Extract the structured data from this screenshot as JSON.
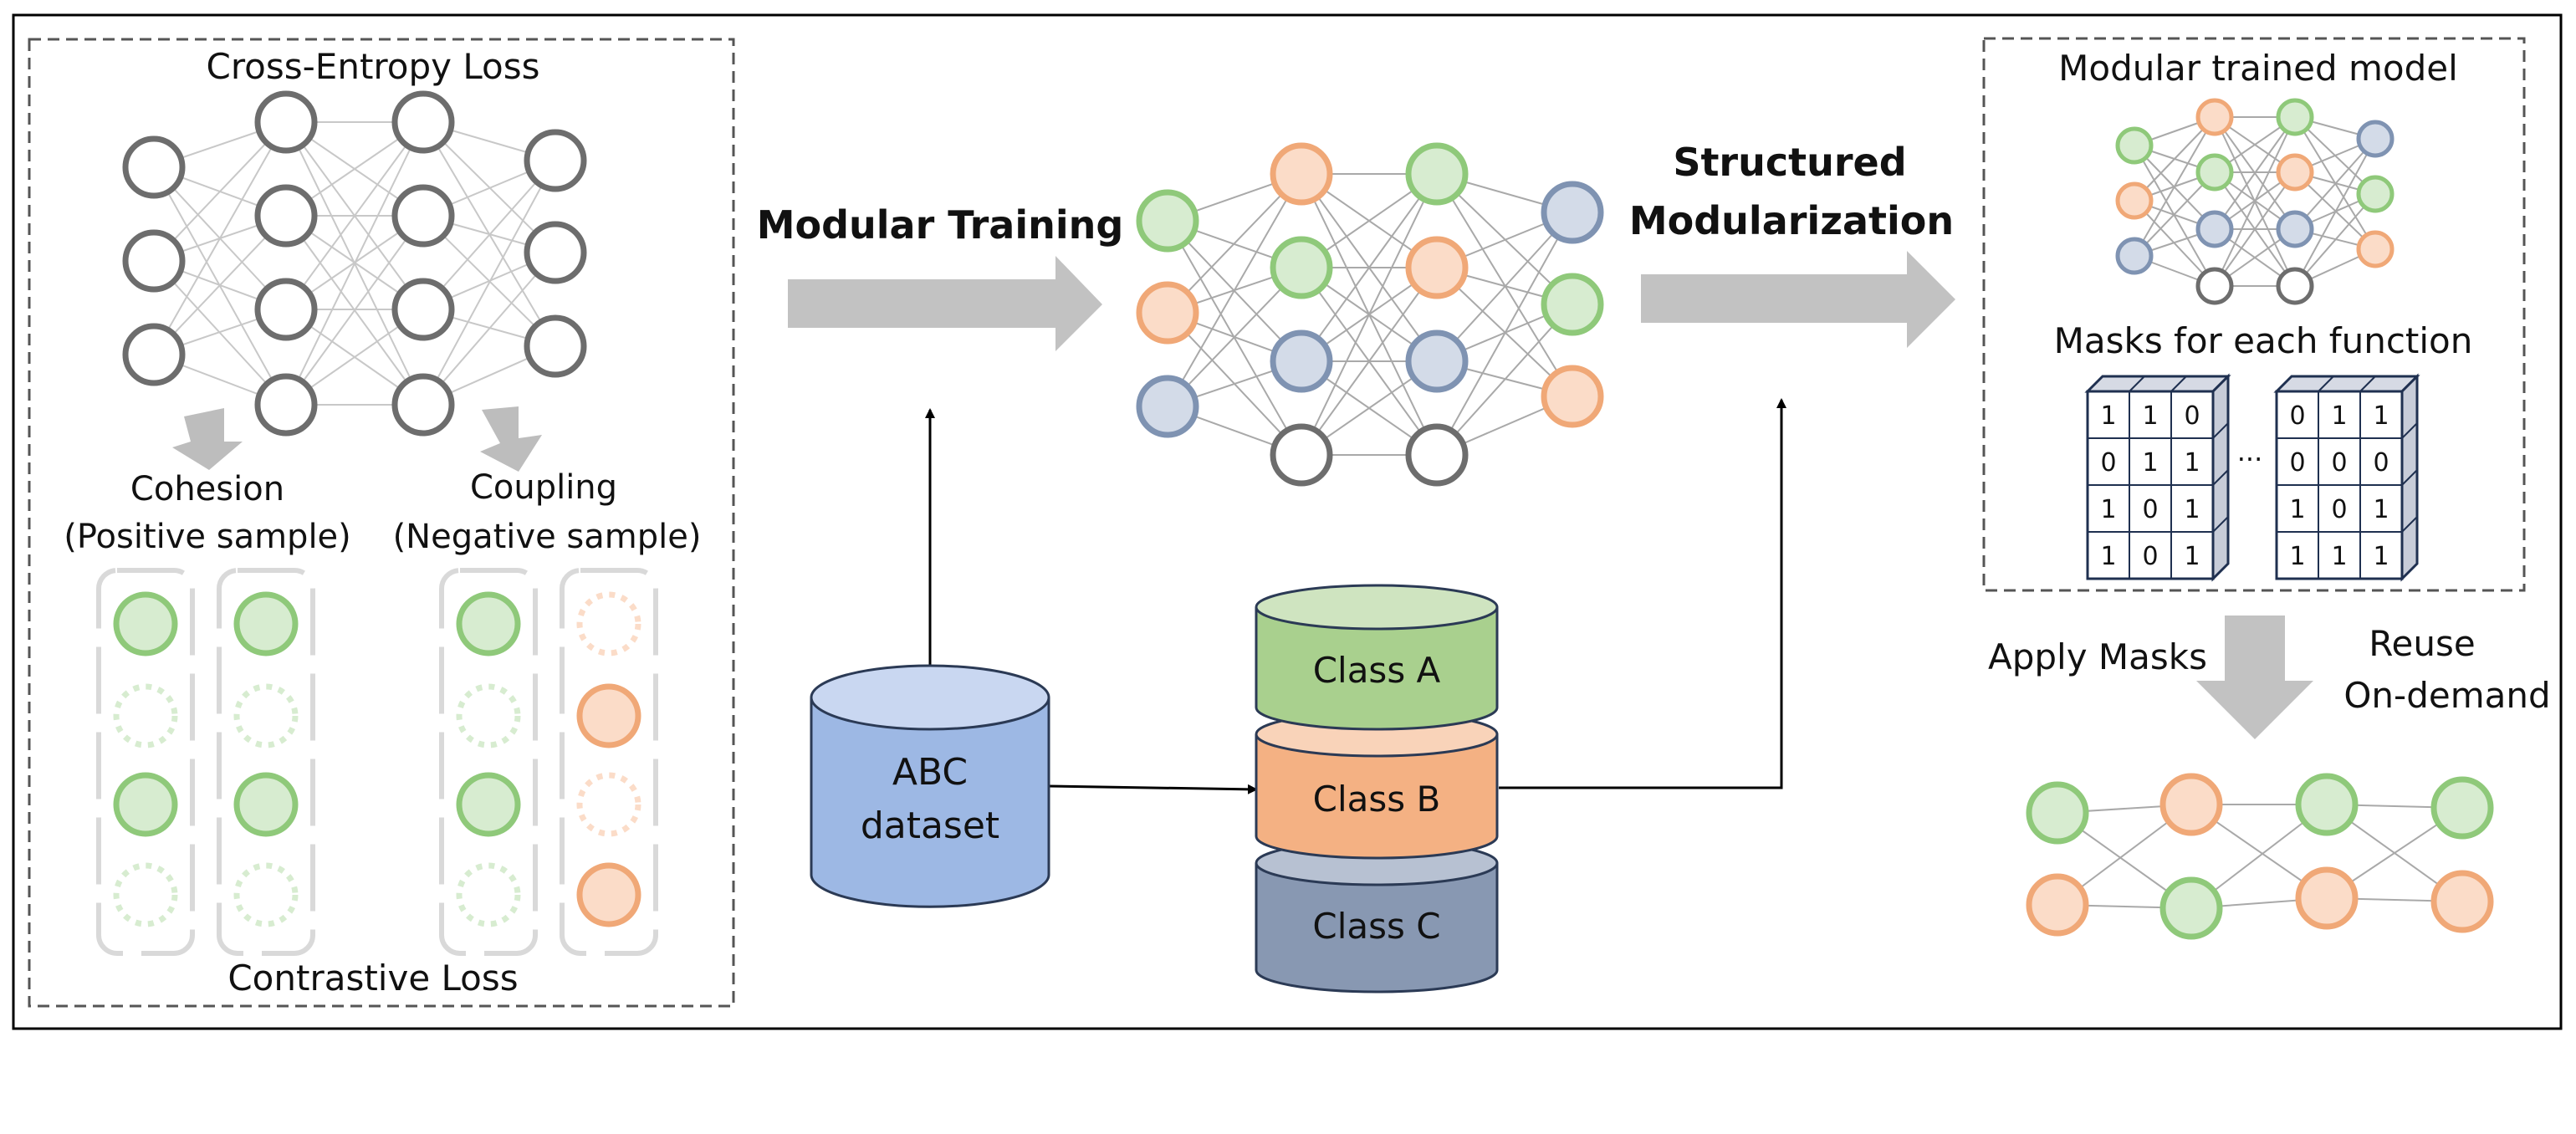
{
  "left_panel": {
    "top_label": "Cross-Entropy Loss",
    "cohesion_label": "Cohesion",
    "cohesion_sub": "(Positive sample)",
    "coupling_label": "Coupling",
    "coupling_sub": "(Negative sample)",
    "bottom_label": "Contrastive Loss"
  },
  "arrows": {
    "modular_training": "Modular Training",
    "structured_line1": "Structured",
    "structured_line2": "Modularization"
  },
  "dataset": {
    "line1": "ABC",
    "line2": "dataset"
  },
  "classes": {
    "a": "Class A",
    "b": "Class B",
    "c": "Class C"
  },
  "right_panel": {
    "model_label": "Modular trained model",
    "masks_label": "Masks for each function",
    "ellipsis": "···",
    "mask1": [
      [
        "1",
        "1",
        "0"
      ],
      [
        "0",
        "1",
        "1"
      ],
      [
        "1",
        "0",
        "1"
      ],
      [
        "1",
        "0",
        "1"
      ]
    ],
    "mask2": [
      [
        "0",
        "1",
        "1"
      ],
      [
        "0",
        "0",
        "0"
      ],
      [
        "1",
        "0",
        "1"
      ],
      [
        "1",
        "1",
        "1"
      ]
    ]
  },
  "apply": {
    "apply_label": "Apply Masks",
    "reuse_line1": "Reuse",
    "reuse_line2": "On-demand"
  },
  "colors": {
    "green_stroke": "#8fc97a",
    "green_fill": "#d7ecd0",
    "orange_stroke": "#f0a877",
    "orange_fill": "#fbdcc8",
    "blue_stroke": "#7f93b2",
    "blue_fill": "#d3dbe8",
    "gray_stroke": "#6d6d6d"
  }
}
